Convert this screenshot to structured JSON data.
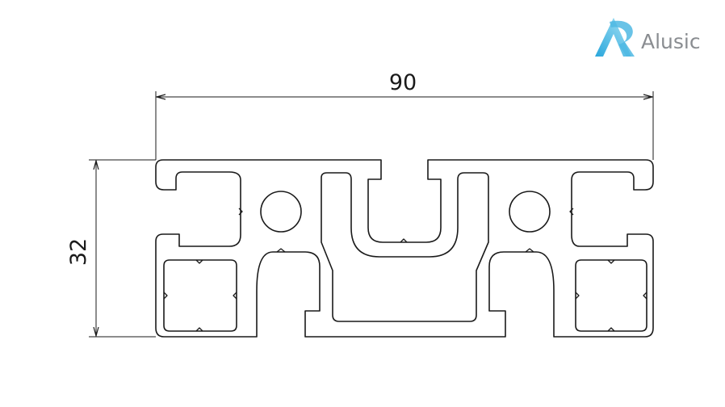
{
  "brand": {
    "name": "Alusic",
    "accent": "#55c1e6",
    "text_color": "#8a8d91",
    "logo_mark": "alusic-logo-icon"
  },
  "dimensions": {
    "width_label": "90",
    "height_label": "32"
  },
  "colors": {
    "line": "#1a1a1a",
    "background": "#ffffff"
  }
}
